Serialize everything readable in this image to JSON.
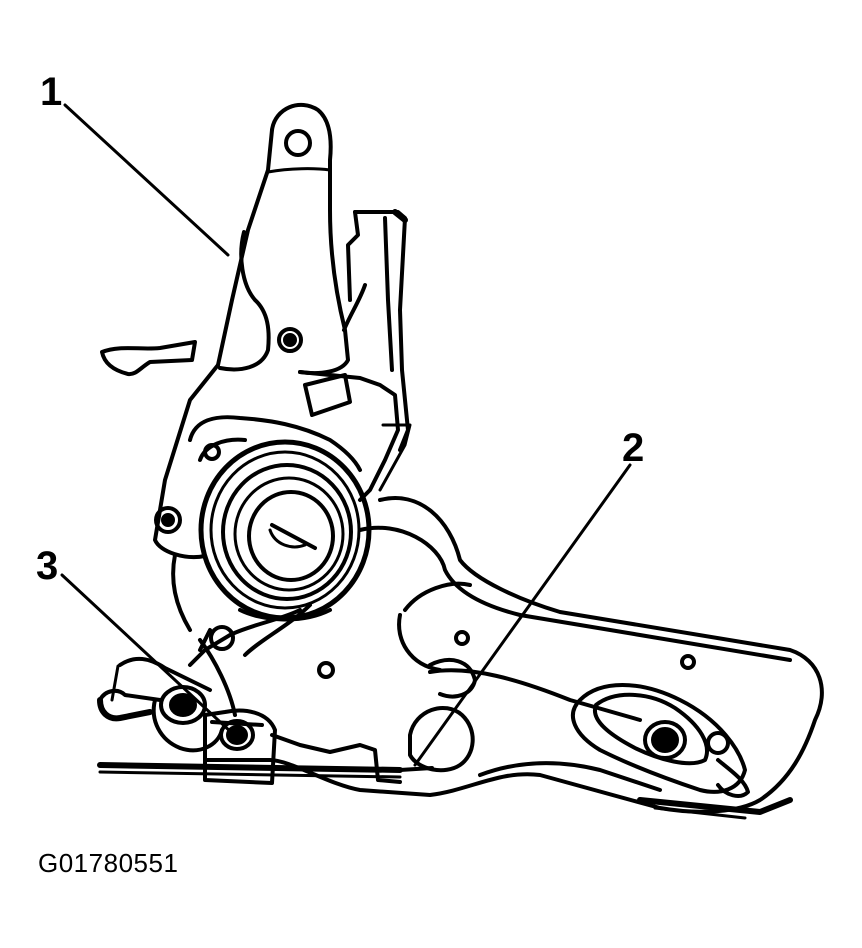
{
  "callouts": {
    "c1": "1",
    "c2": "2",
    "c3": "3"
  },
  "figure_id": "G01780551",
  "colors": {
    "line": "#000000",
    "background": "#ffffff"
  }
}
